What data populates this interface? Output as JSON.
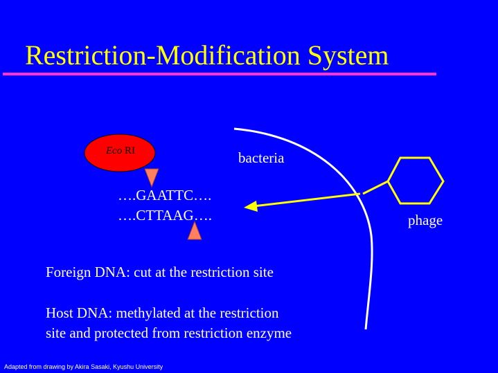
{
  "title": "Restriction-Modification System",
  "enzyme": {
    "italic": "Eco",
    "rest": " RI"
  },
  "labels": {
    "bacteria": "bacteria",
    "phage": "phage"
  },
  "sequence": {
    "top": "….GAATTC….",
    "bottom": "….CTTAAG…."
  },
  "descriptions": {
    "foreign": "Foreign DNA: cut at the restriction site",
    "host_line1": "Host DNA: methylated at the restriction",
    "host_line2": "site and protected from restriction enzyme"
  },
  "credit": "Adapted from drawing by Akira Sasaki, Kyushu University",
  "colors": {
    "background": "#0000ff",
    "title": "#ffff00",
    "rule": "#ff33cc",
    "enzyme": "#ff0000",
    "cut_marker": "#ff8060",
    "phage": "#ffff00"
  }
}
